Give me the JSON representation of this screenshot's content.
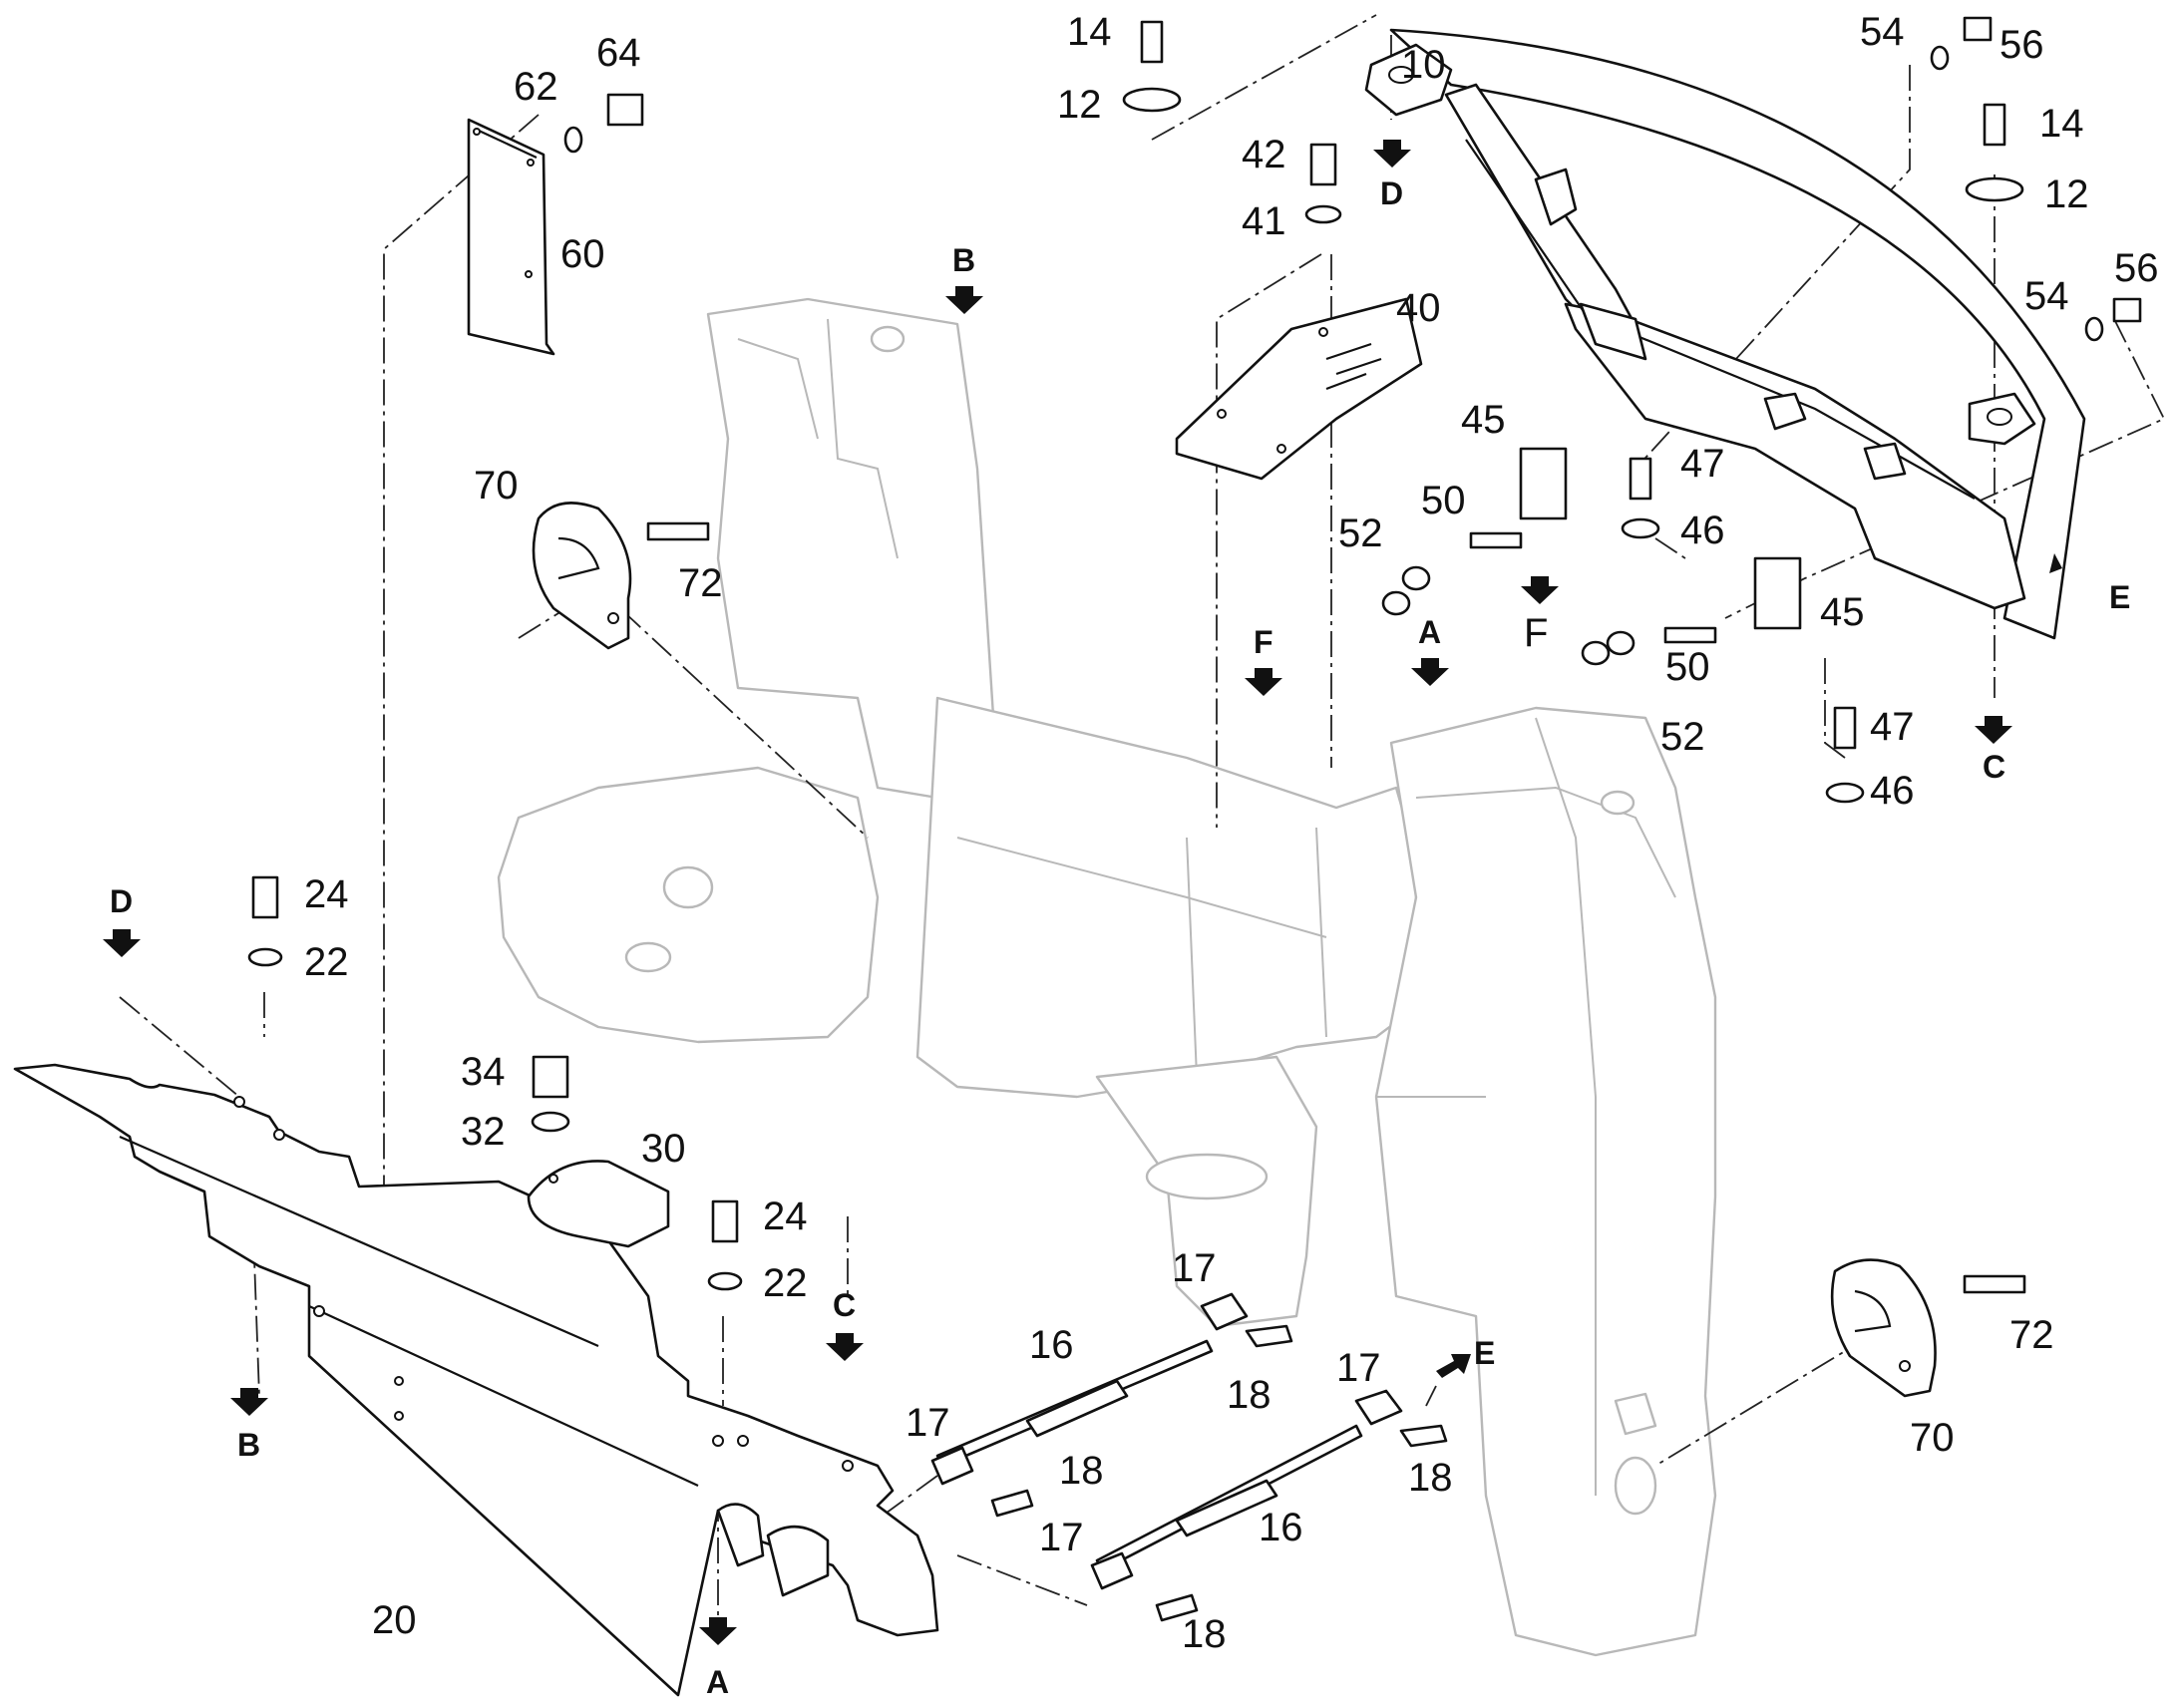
{
  "diagram": {
    "part_labels": [
      {
        "id": "p10",
        "text": "10"
      },
      {
        "id": "p12a",
        "text": "12"
      },
      {
        "id": "p14a",
        "text": "14"
      },
      {
        "id": "p12b",
        "text": "12"
      },
      {
        "id": "p14b",
        "text": "14"
      },
      {
        "id": "p54a",
        "text": "54"
      },
      {
        "id": "p56a",
        "text": "56"
      },
      {
        "id": "p54b",
        "text": "54"
      },
      {
        "id": "p56b",
        "text": "56"
      },
      {
        "id": "p40",
        "text": "40"
      },
      {
        "id": "p41",
        "text": "41"
      },
      {
        "id": "p42",
        "text": "42"
      },
      {
        "id": "p45a",
        "text": "45"
      },
      {
        "id": "p45b",
        "text": "45"
      },
      {
        "id": "p46a",
        "text": "46"
      },
      {
        "id": "p46b",
        "text": "46"
      },
      {
        "id": "p47a",
        "text": "47"
      },
      {
        "id": "p47b",
        "text": "47"
      },
      {
        "id": "p50a",
        "text": "50"
      },
      {
        "id": "p50b",
        "text": "50"
      },
      {
        "id": "p52a",
        "text": "52"
      },
      {
        "id": "p52b",
        "text": "52"
      },
      {
        "id": "p60",
        "text": "60"
      },
      {
        "id": "p62",
        "text": "62"
      },
      {
        "id": "p64",
        "text": "64"
      },
      {
        "id": "p70a",
        "text": "70"
      },
      {
        "id": "p72a",
        "text": "72"
      },
      {
        "id": "p70b",
        "text": "70"
      },
      {
        "id": "p72b",
        "text": "72"
      },
      {
        "id": "p20",
        "text": "20"
      },
      {
        "id": "p22a",
        "text": "22"
      },
      {
        "id": "p24a",
        "text": "24"
      },
      {
        "id": "p22b",
        "text": "22"
      },
      {
        "id": "p24b",
        "text": "24"
      },
      {
        "id": "p30",
        "text": "30"
      },
      {
        "id": "p32",
        "text": "32"
      },
      {
        "id": "p34",
        "text": "34"
      },
      {
        "id": "p16a",
        "text": "16"
      },
      {
        "id": "p16b",
        "text": "16"
      },
      {
        "id": "p17a",
        "text": "17"
      },
      {
        "id": "p17b",
        "text": "17"
      },
      {
        "id": "p17c",
        "text": "17"
      },
      {
        "id": "p17d",
        "text": "17"
      },
      {
        "id": "p18a",
        "text": "18"
      },
      {
        "id": "p18b",
        "text": "18"
      },
      {
        "id": "p18c",
        "text": "18"
      },
      {
        "id": "p18d",
        "text": "18"
      }
    ],
    "reference_markers": [
      {
        "id": "rD1",
        "text": "D"
      },
      {
        "id": "rC1",
        "text": "C"
      },
      {
        "id": "rE1",
        "text": "E"
      },
      {
        "id": "rB1",
        "text": "B"
      },
      {
        "id": "rF1",
        "text": "F"
      },
      {
        "id": "rA1",
        "text": "A"
      },
      {
        "id": "rF2",
        "text": "F"
      },
      {
        "id": "rD2",
        "text": "D"
      },
      {
        "id": "rB2",
        "text": "B"
      },
      {
        "id": "rC2",
        "text": "C"
      },
      {
        "id": "rA2",
        "text": "A"
      },
      {
        "id": "rE2",
        "text": "E"
      }
    ]
  }
}
